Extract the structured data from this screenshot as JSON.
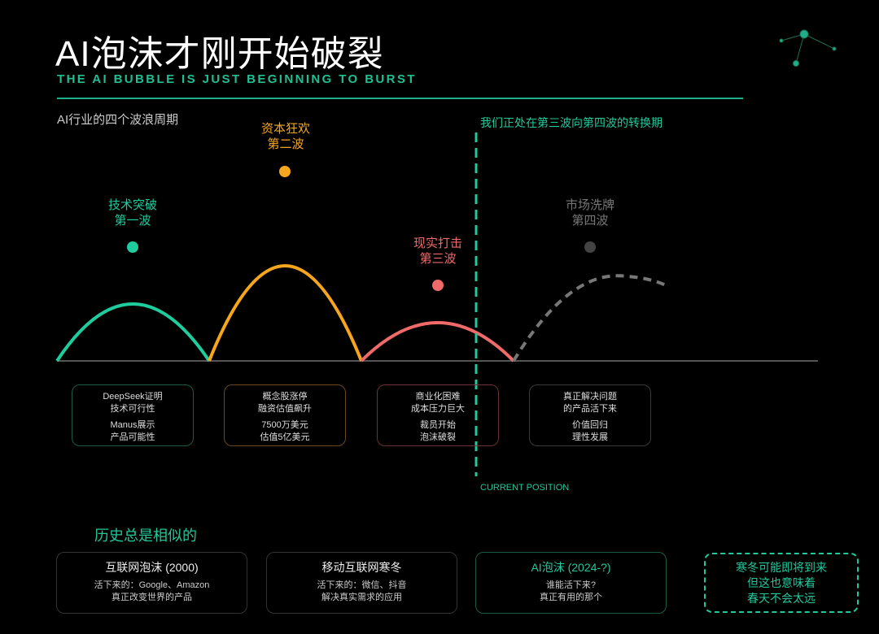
{
  "title": "AI泡沫才刚开始破裂",
  "subtitle": "THE AI BUBBLE IS JUST BEGINNING TO BURST",
  "section_title": "AI行业的四个波浪周期",
  "transition_note": "我们正处在第三波向第四波的转换期",
  "current_position": "CURRENT POSITION",
  "colors": {
    "wave1": "#1fcc9e",
    "wave2": "#f5a61c",
    "wave3": "#f06a6a",
    "wave4": "#777777"
  },
  "waves": [
    {
      "name": "技术突破",
      "order": "第一波",
      "box": [
        "DeepSeek证明",
        "技术可行性",
        "Manus展示",
        "产品可能性"
      ]
    },
    {
      "name": "资本狂欢",
      "order": "第二波",
      "box": [
        "概念股涨停",
        "融资估值飙升",
        "7500万美元",
        "估值5亿美元"
      ]
    },
    {
      "name": "现实打击",
      "order": "第三波",
      "box": [
        "商业化困难",
        "成本压力巨大",
        "裁员开始",
        "泡沫破裂"
      ]
    },
    {
      "name": "市场洗牌",
      "order": "第四波",
      "box": [
        "真正解决问题",
        "的产品活下来",
        "价值回归",
        "理性发展"
      ]
    }
  ],
  "history": {
    "title": "历史总是相似的",
    "items": [
      {
        "heading": "互联网泡沫 (2000)",
        "lines": [
          "活下来的：Google、Amazon",
          "真正改变世界的产品"
        ]
      },
      {
        "heading": "移动互联网寒冬",
        "lines": [
          "活下来的：微信、抖音",
          "解决真实需求的应用"
        ]
      },
      {
        "heading": "AI泡沫 (2024-?)",
        "lines": [
          "谁能活下来?",
          "真正有用的那个"
        ]
      }
    ],
    "callout": [
      "寒冬可能即将到来",
      "但这也意味着",
      "春天不会太远"
    ]
  }
}
